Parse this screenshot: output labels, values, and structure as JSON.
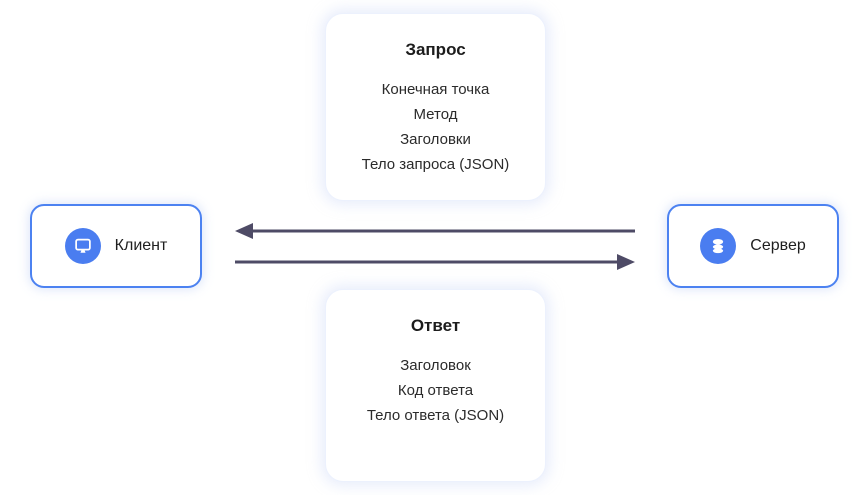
{
  "request_card": {
    "title": "Запрос",
    "items": {
      "0": "Конечная точка",
      "1": "Метод",
      "2": "Заголовки",
      "3": "Тело запроса (JSON)"
    }
  },
  "response_card": {
    "title": "Ответ",
    "items": {
      "0": "Заголовок",
      "1": "Код ответа",
      "2": "Тело ответа (JSON)"
    }
  },
  "client_node": {
    "label": "Клиент",
    "icon": "monitor-icon"
  },
  "server_node": {
    "label": "Сервер",
    "icon": "database-icon"
  },
  "arrows": {
    "top_direction": "left",
    "bottom_direction": "right"
  },
  "colors": {
    "node_border": "#4c82f1",
    "icon_circle": "#4a7df0",
    "arrow": "#4e4b66",
    "card_glow": "#e9eefc",
    "text": "#1f1f1f"
  }
}
